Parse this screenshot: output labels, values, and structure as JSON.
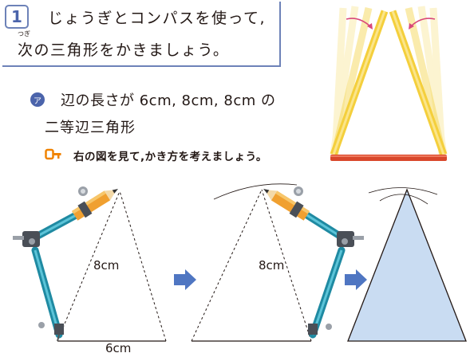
{
  "header": {
    "problem_number": "1",
    "title_line1": "じょうぎとコンパスを使って,",
    "ruby": "つぎ",
    "title_line2": "次の三角形をかきましょう。"
  },
  "sub_problem": {
    "badge": "ア",
    "line1": "辺の長さが 6cm, 8cm, 8cm の",
    "line2": "二等辺三角形"
  },
  "hint": {
    "icon": "key-icon",
    "text": "右の図を見て,かき方を考えましょう。"
  },
  "figure_labels": {
    "side_a": "8cm",
    "side_b": "8cm",
    "base": "6cm"
  },
  "colors": {
    "accent_blue": "#4b64ab",
    "hint_orange": "#f08300",
    "compass_teal": "#2fa3bb",
    "triangle_fill": "#c9dcf2",
    "stick_yellow": "#f5d44a",
    "base_red": "#d9472b",
    "arrow_blue": "#4f76c2"
  }
}
